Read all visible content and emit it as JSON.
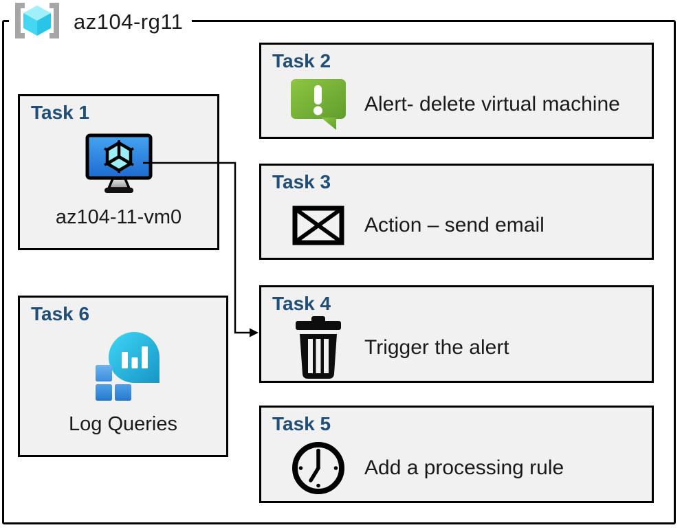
{
  "resource_group": {
    "name": "az104-rg11",
    "icon": "resource-group-icon"
  },
  "tasks": [
    {
      "label": "Task 1",
      "caption": "az104-11-vm0",
      "icon": "virtual-machine-icon"
    },
    {
      "label": "Task 2",
      "description": "Alert- delete virtual machine",
      "icon": "alert-message-icon"
    },
    {
      "label": "Task 3",
      "description": "Action – send email",
      "icon": "email-envelope-icon"
    },
    {
      "label": "Task 4",
      "description": "Trigger the alert",
      "icon": "trash-icon"
    },
    {
      "label": "Task 5",
      "description": "Add a processing rule",
      "icon": "clock-icon"
    },
    {
      "label": "Task 6",
      "caption": "Log Queries",
      "icon": "log-analytics-icon"
    }
  ],
  "connector": {
    "from": "Task 1 virtual machine",
    "to": "Task 4"
  },
  "colors": {
    "heading_navy": "#1f4e79",
    "box_fill": "#f1f1f1",
    "border_black": "#000000",
    "alert_green_light": "#8ec641",
    "alert_green_dark": "#5f9e2d",
    "screen_blue_light": "#43a0ee",
    "screen_blue_dark": "#1b6ad1",
    "bubble_cyan_light": "#3ed6f7",
    "bubble_cyan_dark": "#1796c4",
    "square_blue": "#2e86d4",
    "bracket_gray": "#a6a6a6"
  }
}
